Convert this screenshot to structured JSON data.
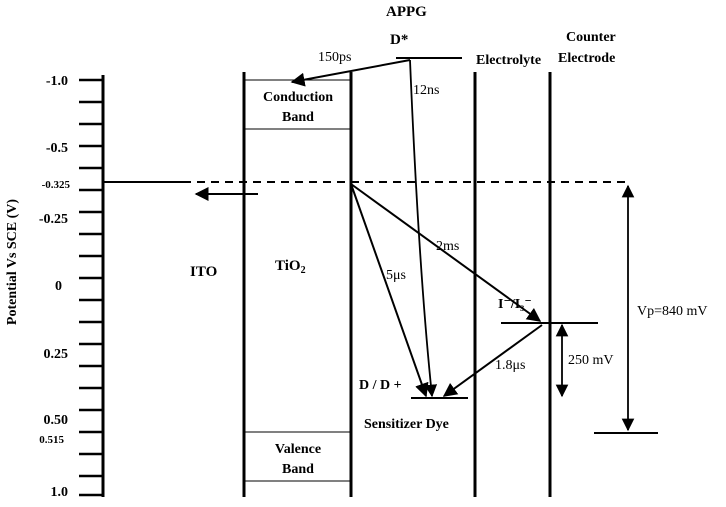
{
  "diagram": {
    "top_title": "APPG",
    "excited_dye": "D*",
    "y_axis_label": "Potential Vs SCE (V)",
    "y_ticks": [
      "-1.0",
      "-0.5",
      "-0.325",
      "-0.25",
      "0",
      "0.25",
      "0.50",
      "0.515",
      "1.0"
    ],
    "regions": {
      "ito": "ITO",
      "tio2": "TiO",
      "tio2_subscript": "2",
      "conduction_band_line1": "Conduction",
      "conduction_band_line2": "Band",
      "valence_band_line1": "Valence",
      "valence_band_line2": "Band",
      "electrolyte": "Electrolyte",
      "counter_electrode_line1": "Counter",
      "counter_electrode_line2": "Electrode",
      "dye_redox": "D / D +",
      "sensitizer_dye": "Sensitizer Dye",
      "redox_couple": "I⁻/I₃⁻"
    },
    "transition_labels": {
      "injection": "150ps",
      "decay": "12ns",
      "recombination_dye": "5μs",
      "recombination_electrolyte": "2ms",
      "regeneration": "1.8μs"
    },
    "energy_labels": {
      "photovoltage": "Vp=840 mV",
      "overpotential": "250 mV"
    }
  }
}
